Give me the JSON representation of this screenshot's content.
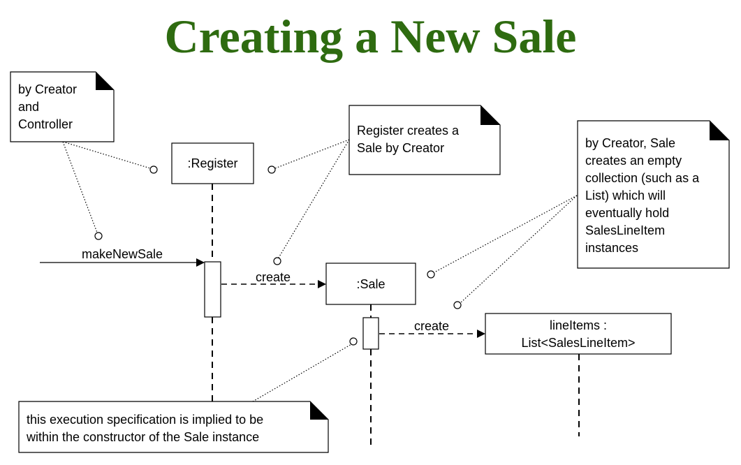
{
  "title": "Creating a New Sale",
  "lifelines": {
    "register": ":Register",
    "sale": ":Sale",
    "line_items_1": "lineItems :",
    "line_items_2": "List<SalesLineItem>"
  },
  "messages": {
    "make_new_sale": "makeNewSale",
    "create_sale": "create",
    "create_list": "create"
  },
  "notes": {
    "creator_controller": [
      "by Creator",
      "and",
      "Controller"
    ],
    "register_creates": [
      "Register creates a",
      "Sale by Creator"
    ],
    "sale_creates": [
      "by Creator, Sale",
      "creates an empty",
      "collection (such as a",
      "List) which will",
      "eventually hold",
      "SalesLineItem",
      "instances"
    ],
    "execution_spec": [
      "this execution specification is implied to be",
      "within the constructor of the Sale instance"
    ]
  },
  "colors": {
    "title": "#2e6b10",
    "line": "#000000",
    "background": "#ffffff"
  }
}
